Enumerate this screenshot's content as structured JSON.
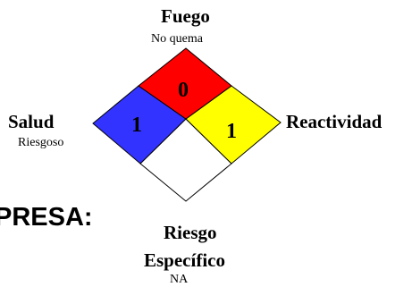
{
  "fire": {
    "title": "Fuego",
    "status": "No quema",
    "rating": "0",
    "color": "#ff0000"
  },
  "health": {
    "title": "Salud",
    "status": "Riesgoso",
    "rating": "1",
    "color": "#3333ff"
  },
  "reactivity": {
    "title": "Reactividad",
    "rating": "1",
    "color": "#ffff00"
  },
  "specific_risk": {
    "title_line1": "Riesgo",
    "title_line2": "Específico",
    "status": "NA",
    "color": "#ffffff"
  },
  "company": {
    "partial_text": "PRESA:"
  }
}
